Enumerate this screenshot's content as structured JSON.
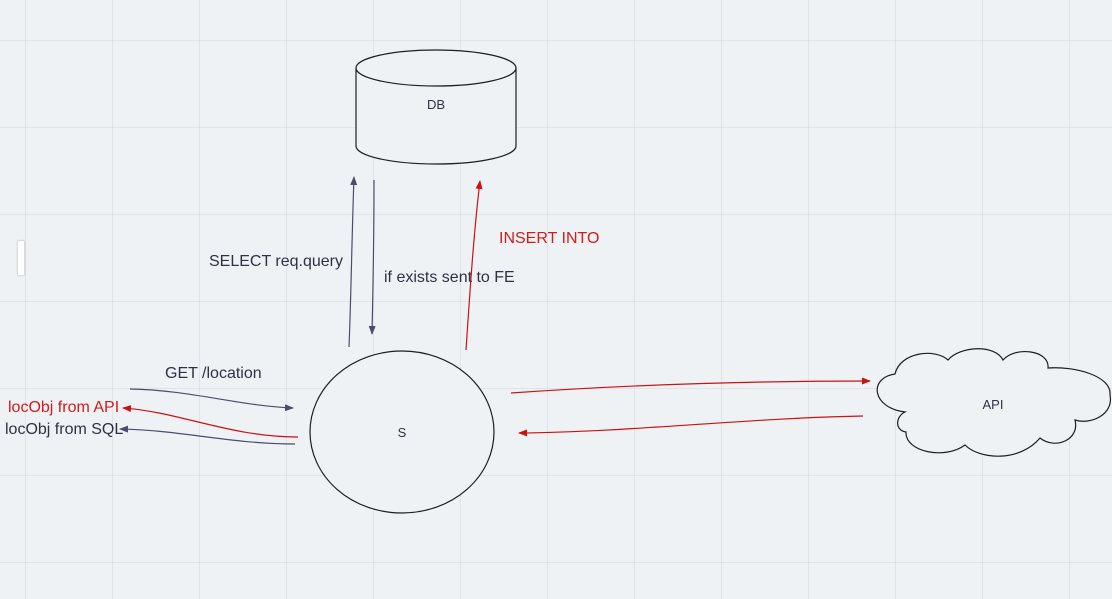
{
  "colors": {
    "dark_arrow": "#4a4d6a",
    "red_arrow": "#cc1111",
    "red_text": "#d01c1c",
    "dark_text": "#2f3140",
    "shape_stroke": "#1d1d1d",
    "shape_fill": "#eff2f5"
  },
  "nodes": {
    "db": "DB",
    "server": "S",
    "api": "API"
  },
  "edges": {
    "select_query": "SELECT req.query",
    "if_exists": "if exists sent to FE",
    "insert_into": "INSERT INTO",
    "get_location": "GET /location",
    "locobj_api": "locObj from API",
    "locobj_sql": "locObj from SQL"
  }
}
